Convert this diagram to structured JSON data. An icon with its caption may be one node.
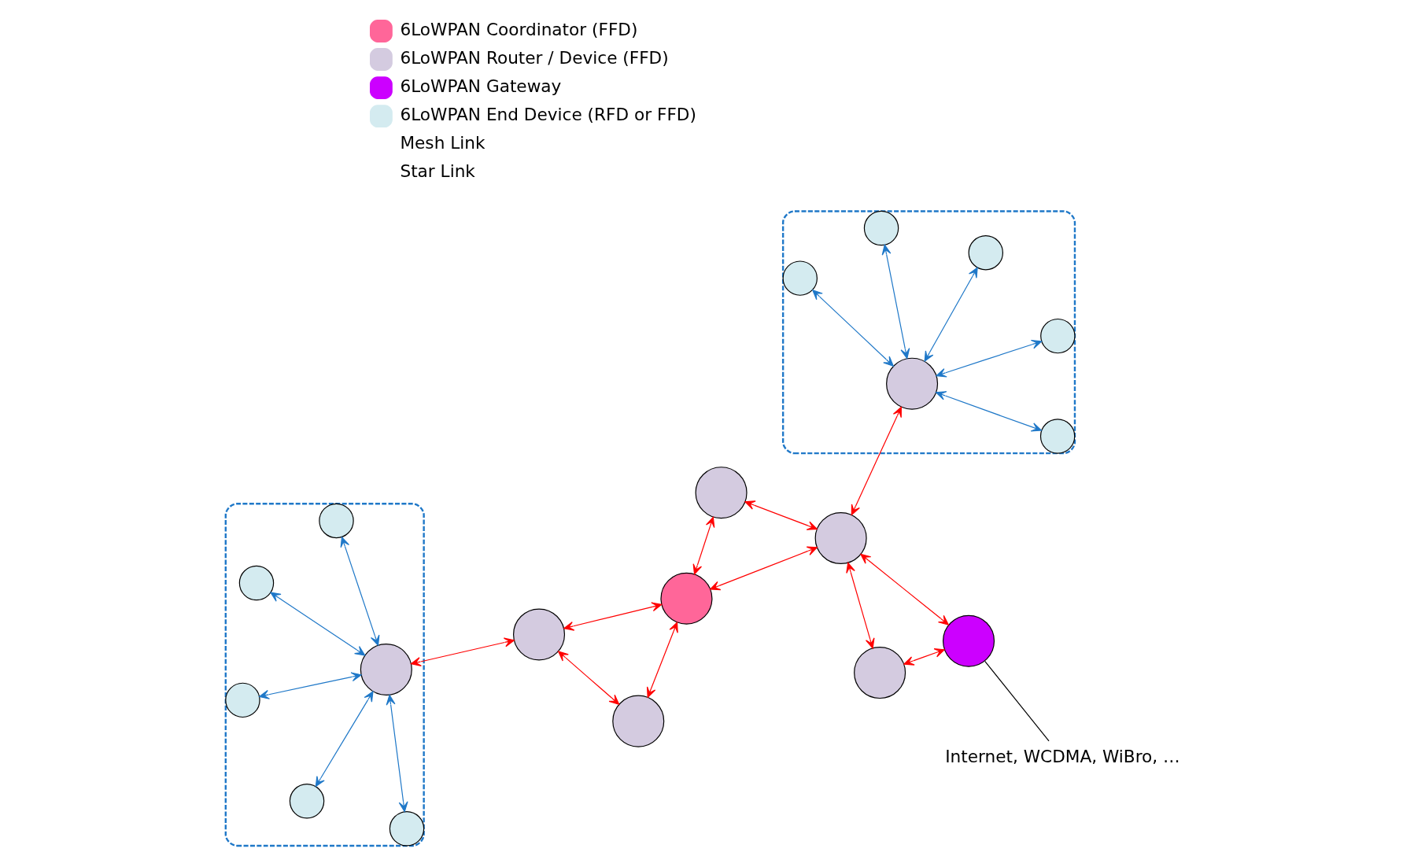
{
  "diagram": {
    "nodes": [
      {
        "text": [],
        "shape": "ellipse"
      },
      {
        "text": [],
        "shape": "circle",
        "in": 0
      },
      {
        "text": [],
        "shape": "circle",
        "in": 0
      },
      {
        "text": [],
        "shape": "circle",
        "in": 0
      },
      {
        "text": [],
        "shape": "circle",
        "in": 0
      },
      {
        "text": [],
        "shape": "circle",
        "in": 0
      },
      {
        "text": [],
        "shape": "circle",
        "in": 0
      },
      {
        "text": [],
        "shape": "circle"
      },
      {
        "text": [],
        "shape": "circle"
      },
      {
        "text": [],
        "shape": "circle"
      },
      {
        "text": [],
        "shape": "circle"
      },
      {
        "text": [
          "Internet, WCDMA, WiBro, …"
        ]
      },
      {
        "text": [],
        "shape": "circle"
      },
      {
        "text": [],
        "shape": "circle"
      },
      {
        "text": [],
        "shape": "circle"
      },
      {
        "text": [],
        "shape": "ellipse"
      },
      {
        "text": [],
        "shape": "circle",
        "in": 15
      },
      {
        "text": [],
        "shape": "circle",
        "in": 15
      },
      {
        "text": [],
        "shape": "circle",
        "in": 15
      },
      {
        "text": [],
        "shape": "circle",
        "in": 15
      },
      {
        "text": [],
        "shape": "circle",
        "in": 15
      },
      {
        "text": [],
        "shape": "circle",
        "in": 15
      }
    ],
    "edges": [
      {
        "from": 1,
        "to": 2,
        "arrow": "both",
        "color": "#1f78c8"
      },
      {
        "from": 1,
        "to": 3,
        "arrow": "both",
        "color": "#1f78c8"
      },
      {
        "from": 1,
        "to": 4,
        "arrow": "both",
        "color": "#1f78c8"
      },
      {
        "from": 1,
        "to": 5,
        "arrow": "both",
        "color": "#1f78c8"
      },
      {
        "from": 1,
        "to": 6,
        "arrow": "both",
        "color": "#1f78c8"
      },
      {
        "from": 1,
        "to": 8,
        "arrow": "both"
      },
      {
        "from": 8,
        "to": 7,
        "arrow": "both"
      },
      {
        "from": 7,
        "to": 12,
        "arrow": "both"
      },
      {
        "from": 8,
        "to": 12,
        "arrow": "both"
      },
      {
        "from": 9,
        "to": 10,
        "arrow": "both"
      },
      {
        "from": 11,
        "to": 10,
        "arrow": "none",
        "color": "#000000"
      },
      {
        "from": 12,
        "to": 13,
        "arrow": "both"
      },
      {
        "from": 12,
        "to": 14,
        "arrow": "both"
      },
      {
        "from": 14,
        "to": 13,
        "arrow": "both"
      },
      {
        "from": 13,
        "to": 9,
        "arrow": "both"
      },
      {
        "from": 13,
        "to": 10,
        "arrow": "both"
      },
      {
        "from": 13,
        "to": 16,
        "arrow": "both"
      },
      {
        "from": 16,
        "to": 17,
        "arrow": "both",
        "color": "#1f78c8"
      },
      {
        "from": 16,
        "to": 18,
        "arrow": "both",
        "color": "#1f78c8"
      },
      {
        "from": 16,
        "to": 19,
        "arrow": "both",
        "color": "#1f78c8"
      },
      {
        "from": 16,
        "to": 20,
        "arrow": "both",
        "color": "#1f78c8"
      },
      {
        "from": 16,
        "to": 21,
        "arrow": "both",
        "color": "#1f78c8"
      }
    ],
    "legend": [
      {
        "text": "6LoWPAN Coordinator (FFD)",
        "color": "#ff6699"
      },
      {
        "text": "6LoWPAN Router / Device (FFD)",
        "color": "#d4cbe0"
      },
      {
        "text": "6LoWPAN Gateway",
        "color": "#cc00ff"
      },
      {
        "text": "6LoWPAN End Device (RFD or FFD)",
        "color": "#d4ebf0"
      },
      {
        "text": "Mesh Link"
      },
      {
        "text": "Star Link"
      }
    ]
  }
}
